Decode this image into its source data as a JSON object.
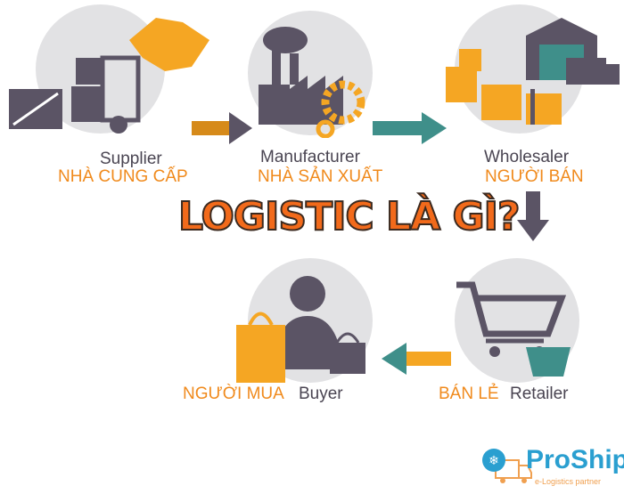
{
  "title": "LOGISTIC LÀ GÌ?",
  "stages": {
    "supplier": {
      "en": "Supplier",
      "vi": "NHÀ CUNG CẤP"
    },
    "manufacturer": {
      "en": "Manufacturer",
      "vi": "NHÀ SẢN XUẤT"
    },
    "wholesaler": {
      "en": "Wholesaler",
      "vi": "NGƯỜI BÁN"
    },
    "retailer": {
      "en": "Retailer",
      "vi": "BÁN LẺ"
    },
    "buyer": {
      "en": "Buyer",
      "vi": "NGƯỜI MUA"
    }
  },
  "logo": {
    "name": "ProShip",
    "tagline": "e-Logistics partner"
  },
  "colors": {
    "orange": "#f5a623",
    "dark": "#5b5465",
    "circle": "#e2e2e4",
    "arrow_teal": "#3f8f8a",
    "logo_blue": "#2a9fd0"
  }
}
